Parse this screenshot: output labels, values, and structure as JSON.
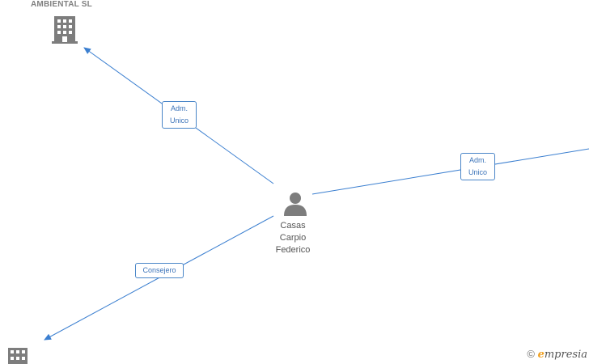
{
  "nodes": {
    "company_top": {
      "name": "AMBIENTAL  SL"
    },
    "person": {
      "name_lines": [
        "Casas",
        "Carpio",
        "Federico"
      ]
    }
  },
  "edges": {
    "to_company_top": {
      "label_lines": [
        "Adm.",
        "Unico"
      ]
    },
    "to_right": {
      "label_lines": [
        "Adm.",
        "Unico"
      ]
    },
    "to_company_bottom": {
      "label_lines": [
        "Consejero"
      ]
    }
  },
  "watermark": {
    "copyright": "©",
    "brand_first": "e",
    "brand_rest": "mpresia"
  },
  "colors": {
    "edge": "#3b7fd0",
    "icon": "#7d7d7d"
  }
}
